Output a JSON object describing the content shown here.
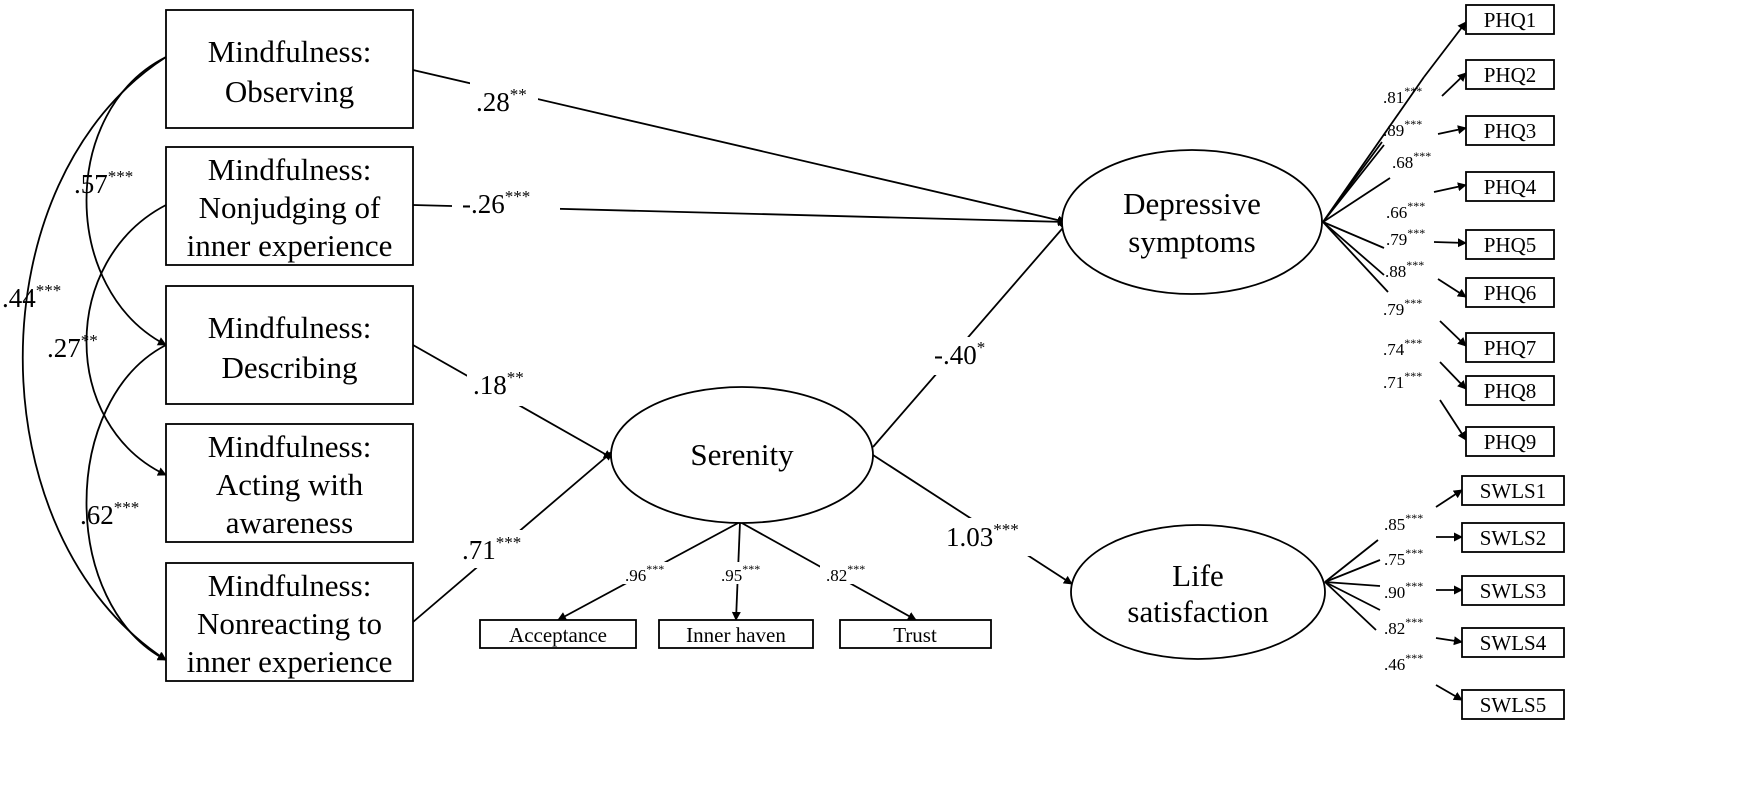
{
  "predictors": [
    {
      "line1": "Mindfulness:",
      "line2": "Observing",
      "line3": ""
    },
    {
      "line1": "Mindfulness:",
      "line2": "Nonjudging of",
      "line3": "inner experience"
    },
    {
      "line1": "Mindfulness:",
      "line2": "Describing",
      "line3": ""
    },
    {
      "line1": "Mindfulness:",
      "line2": "Acting with",
      "line3": "awareness"
    },
    {
      "line1": "Mindfulness:",
      "line2": "Nonreacting to",
      "line3": "inner experience"
    }
  ],
  "correlations": [
    {
      "value": ".57",
      "stars": "***"
    },
    {
      "value": ".44",
      "stars": "***"
    },
    {
      "value": ".27",
      "stars": "**"
    },
    {
      "value": ".62",
      "stars": "***"
    }
  ],
  "latents": {
    "serenity": {
      "line1": "Serenity",
      "line2": ""
    },
    "depressive": {
      "line1": "Depressive",
      "line2": "symptoms"
    },
    "life": {
      "line1": "Life",
      "line2": "satisfaction"
    }
  },
  "paths": [
    {
      "from": "Observing",
      "to": "Depressive symptoms",
      "value": ".28",
      "stars": "**"
    },
    {
      "from": "Nonjudging",
      "to": "Depressive symptoms",
      "value": "-.26",
      "stars": "***"
    },
    {
      "from": "Describing",
      "to": "Serenity",
      "value": ".18",
      "stars": "**"
    },
    {
      "from": "Nonreacting",
      "to": "Serenity",
      "value": ".71",
      "stars": "***"
    },
    {
      "from": "Serenity",
      "to": "Depressive symptoms",
      "value": "-.40",
      "stars": "*"
    },
    {
      "from": "Serenity",
      "to": "Life satisfaction",
      "value": "1.03",
      "stars": "***"
    }
  ],
  "serenity_indicators": [
    {
      "name": "Acceptance",
      "loading": ".96",
      "stars": "***"
    },
    {
      "name": "Inner haven",
      "loading": ".95",
      "stars": "***"
    },
    {
      "name": "Trust",
      "loading": ".82",
      "stars": "***"
    }
  ],
  "phq_indicators": [
    {
      "name": "PHQ1",
      "loading": ".81",
      "stars": "***"
    },
    {
      "name": "PHQ2",
      "loading": ".89",
      "stars": "***"
    },
    {
      "name": "PHQ3",
      "loading": ".68",
      "stars": "***"
    },
    {
      "name": "PHQ4",
      "loading": ".66",
      "stars": "***"
    },
    {
      "name": "PHQ5",
      "loading": ".79",
      "stars": "***"
    },
    {
      "name": "PHQ6",
      "loading": ".88",
      "stars": "***"
    },
    {
      "name": "PHQ7",
      "loading": ".79",
      "stars": "***"
    },
    {
      "name": "PHQ8",
      "loading": ".74",
      "stars": "***"
    },
    {
      "name": "PHQ9",
      "loading": ".71",
      "stars": "***"
    }
  ],
  "swls_indicators": [
    {
      "name": "SWLS1",
      "loading": ".85",
      "stars": "***"
    },
    {
      "name": "SWLS2",
      "loading": ".75",
      "stars": "***"
    },
    {
      "name": "SWLS3",
      "loading": ".90",
      "stars": "***"
    },
    {
      "name": "SWLS4",
      "loading": ".82",
      "stars": "***"
    },
    {
      "name": "SWLS5",
      "loading": ".46",
      "stars": "***"
    }
  ]
}
